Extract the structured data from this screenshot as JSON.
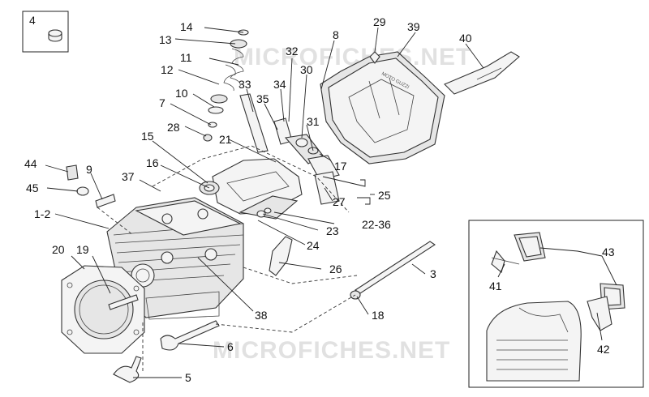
{
  "watermark": "MICROFICHES.NET",
  "callouts": {
    "c4": "4",
    "c14": "14",
    "c13": "13",
    "c11": "11",
    "c12": "12",
    "c10": "10",
    "c7": "7",
    "c28": "28",
    "c33": "33",
    "c35": "35",
    "c34": "34",
    "c32": "32",
    "c30": "30",
    "c8": "8",
    "c29": "29",
    "c39": "39",
    "c40": "40",
    "c31": "31",
    "c21": "21",
    "c15": "15",
    "c16": "16",
    "c17": "17",
    "c37": "37",
    "c44": "44",
    "c9": "9",
    "c45": "45",
    "c25": "25",
    "c27": "27",
    "c1_2": "1-2",
    "c23": "23",
    "c22_36": "22-36",
    "c24": "24",
    "c20": "20",
    "c19": "19",
    "c26": "26",
    "c3": "3",
    "c43": "43",
    "c41": "41",
    "c18": "18",
    "c38": "38",
    "c6": "6",
    "c42": "42",
    "c5": "5"
  }
}
